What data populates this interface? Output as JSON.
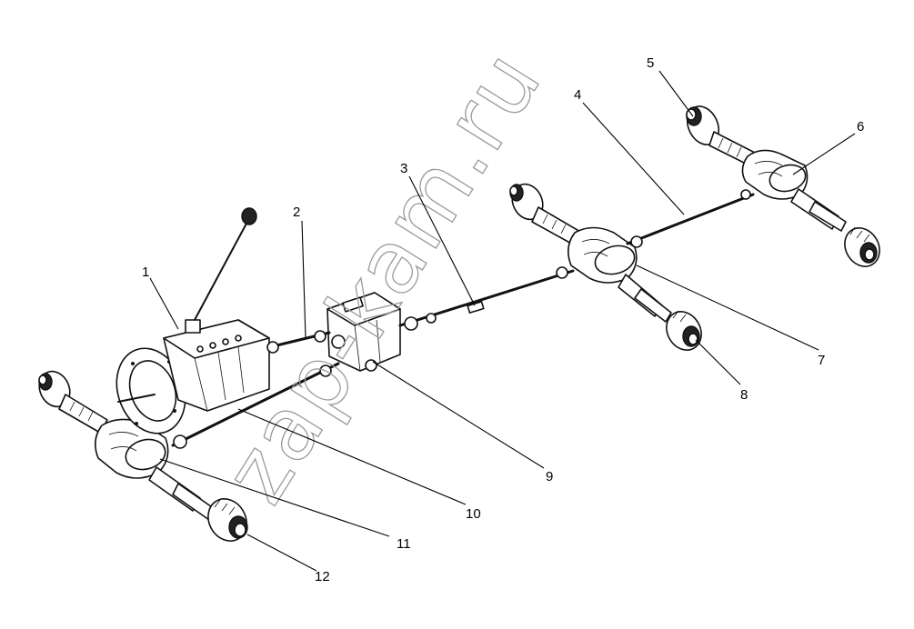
{
  "watermark": "zap-kam.ru",
  "callouts": [
    {
      "id": "1",
      "label": "1"
    },
    {
      "id": "2",
      "label": "2"
    },
    {
      "id": "3",
      "label": "3"
    },
    {
      "id": "4",
      "label": "4"
    },
    {
      "id": "5",
      "label": "5"
    },
    {
      "id": "6",
      "label": "6"
    },
    {
      "id": "7",
      "label": "7"
    },
    {
      "id": "8",
      "label": "8"
    },
    {
      "id": "9",
      "label": "9"
    },
    {
      "id": "10",
      "label": "10"
    },
    {
      "id": "11",
      "label": "11"
    },
    {
      "id": "12",
      "label": "12"
    }
  ]
}
